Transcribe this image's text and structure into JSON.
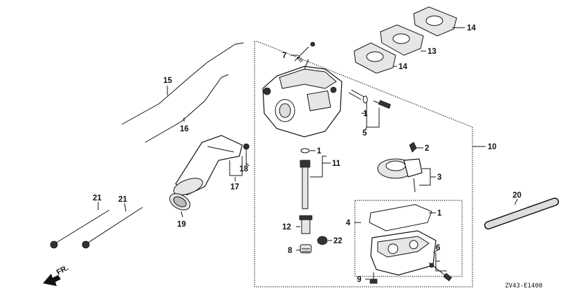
{
  "diagram": {
    "callouts": [
      {
        "id": "c7",
        "text": "7"
      },
      {
        "id": "c14a",
        "text": "14"
      },
      {
        "id": "c13",
        "text": "13"
      },
      {
        "id": "c14b",
        "text": "14"
      },
      {
        "id": "c15",
        "text": "15"
      },
      {
        "id": "c16",
        "text": "16"
      },
      {
        "id": "c1a",
        "text": "1"
      },
      {
        "id": "c5",
        "text": "5"
      },
      {
        "id": "c10",
        "text": "10"
      },
      {
        "id": "c2",
        "text": "2"
      },
      {
        "id": "c3",
        "text": "3"
      },
      {
        "id": "c1b",
        "text": "1"
      },
      {
        "id": "c11",
        "text": "11"
      },
      {
        "id": "c18",
        "text": "18"
      },
      {
        "id": "c17",
        "text": "17"
      },
      {
        "id": "c20",
        "text": "20"
      },
      {
        "id": "c21a",
        "text": "21"
      },
      {
        "id": "c21b",
        "text": "21"
      },
      {
        "id": "c19",
        "text": "19"
      },
      {
        "id": "c4",
        "text": "4"
      },
      {
        "id": "c1c",
        "text": "1"
      },
      {
        "id": "c12",
        "text": "12"
      },
      {
        "id": "c22",
        "text": "22"
      },
      {
        "id": "c8",
        "text": "8"
      },
      {
        "id": "c6",
        "text": "6"
      },
      {
        "id": "c9",
        "text": "9"
      }
    ],
    "direction_label": "FR.",
    "diagram_code": "ZV43-E1400"
  }
}
